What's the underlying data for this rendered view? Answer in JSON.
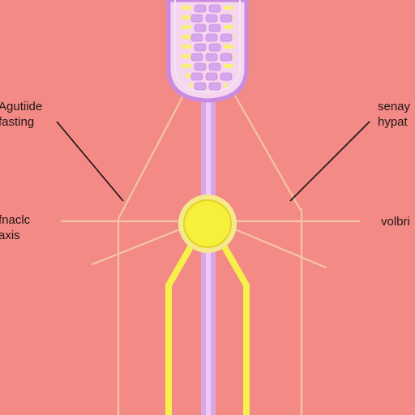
{
  "labels": {
    "top_left_line1": "Agutiide",
    "top_left_line2": "fasting",
    "mid_left_line1": "fnaclc",
    "mid_left_line2": "axis",
    "top_right_line1": "senay",
    "top_right_line2": "hypat",
    "mid_right": "volbri"
  },
  "colors": {
    "background": "#f48a86",
    "vessel_fill": "#f6d6ee",
    "vessel_outline": "#c98be0",
    "cell_fill": "#d7a6ec",
    "ladder_yellow": "#f6ef7a",
    "stalk": "#d9a6e6",
    "node_fill": "#f7f03a",
    "node_ring": "#f5e98c",
    "branch_tan": "#f2c6a2",
    "leader_line": "#1a1212"
  }
}
